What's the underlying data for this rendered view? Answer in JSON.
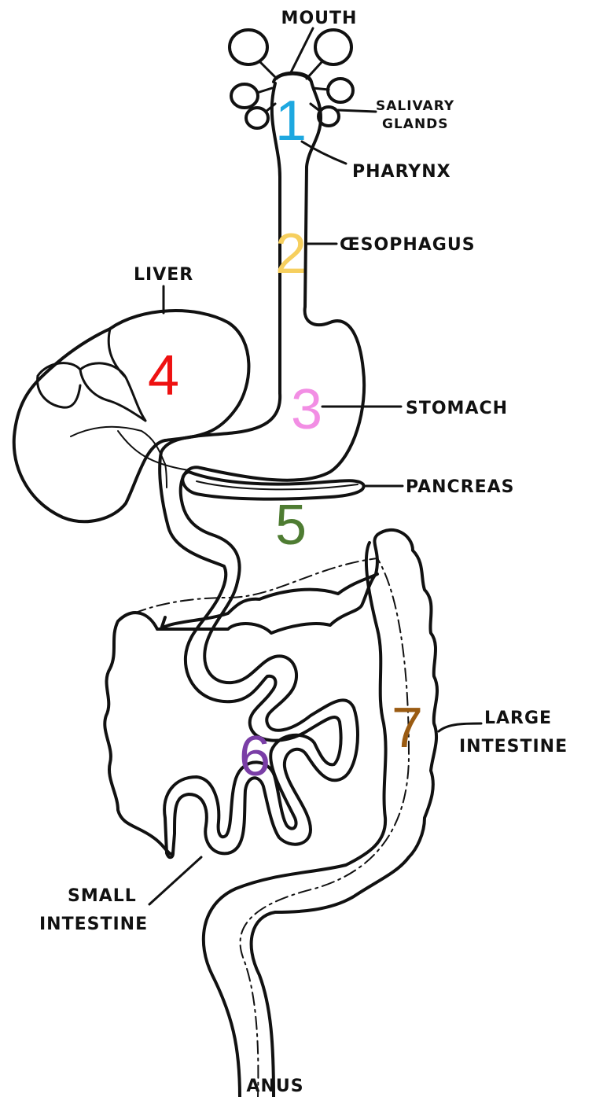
{
  "labels": {
    "mouth": "MOUTH",
    "salivary_1": "SALIVARY",
    "salivary_2": "GLANDS",
    "pharynx": "PHARYNX",
    "oesophagus": "ŒSOPHAGUS",
    "liver": "LIVER",
    "stomach": "STOMACH",
    "pancreas": "PANCREAS",
    "large_1": "LARGE",
    "large_2": "INTESTINE",
    "small_1": "SMALL",
    "small_2": "INTESTINE",
    "anus": "ANUS"
  },
  "numbers": [
    {
      "text": "1",
      "color": "#1ea8e0"
    },
    {
      "text": "2",
      "color": "#f6cf5e"
    },
    {
      "text": "3",
      "color": "#f28ee4"
    },
    {
      "text": "4",
      "color": "#ee1111"
    },
    {
      "text": "5",
      "color": "#4e7c32"
    },
    {
      "text": "6",
      "color": "#7a3ea6"
    },
    {
      "text": "7",
      "color": "#9a5b12"
    }
  ]
}
